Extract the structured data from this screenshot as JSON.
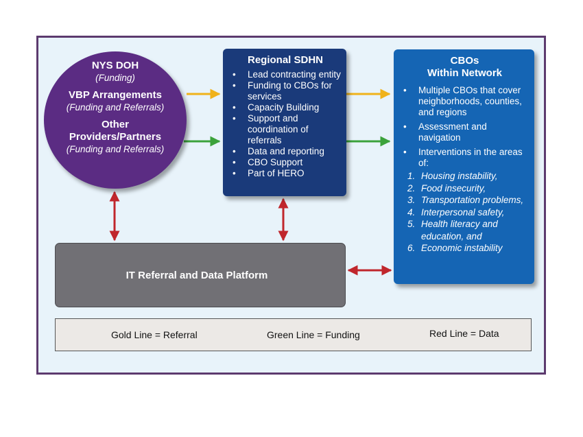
{
  "circle": {
    "line1": "NYS DOH",
    "line1_sub": "(Funding)",
    "line2": "VBP Arrangements",
    "line2_sub": "(Funding and Referrals)",
    "line3a": "Other",
    "line3b": "Providers/Partners",
    "line3_sub": "(Funding and Referrals)"
  },
  "sdhn": {
    "title": "Regional SDHN",
    "items": [
      "Lead contracting entity",
      "Funding to CBOs for services",
      "Capacity Building",
      "Support and coordination of referrals",
      "Data and reporting",
      "CBO Support",
      "Part of HERO"
    ]
  },
  "cbo": {
    "title_line1": "CBOs",
    "title_line2": "Within Network",
    "items": [
      "Multiple CBOs that cover neighborhoods, counties, and regions",
      "Assessment and navigation",
      "Interventions in the areas of:"
    ],
    "interventions": [
      "Housing instability,",
      "Food insecurity,",
      "Transportation problems,",
      "Interpersonal safety,",
      "Health literacy and education, and",
      "Economic instability"
    ]
  },
  "platform": {
    "label": "IT Referral and Data Platform"
  },
  "legend": {
    "gold": "Gold Line = Referral",
    "green": "Green Line = Funding",
    "red": "Red Line = Data"
  },
  "colors": {
    "gold": "#f0b21a",
    "green": "#3ba23b",
    "red": "#c0262c"
  }
}
